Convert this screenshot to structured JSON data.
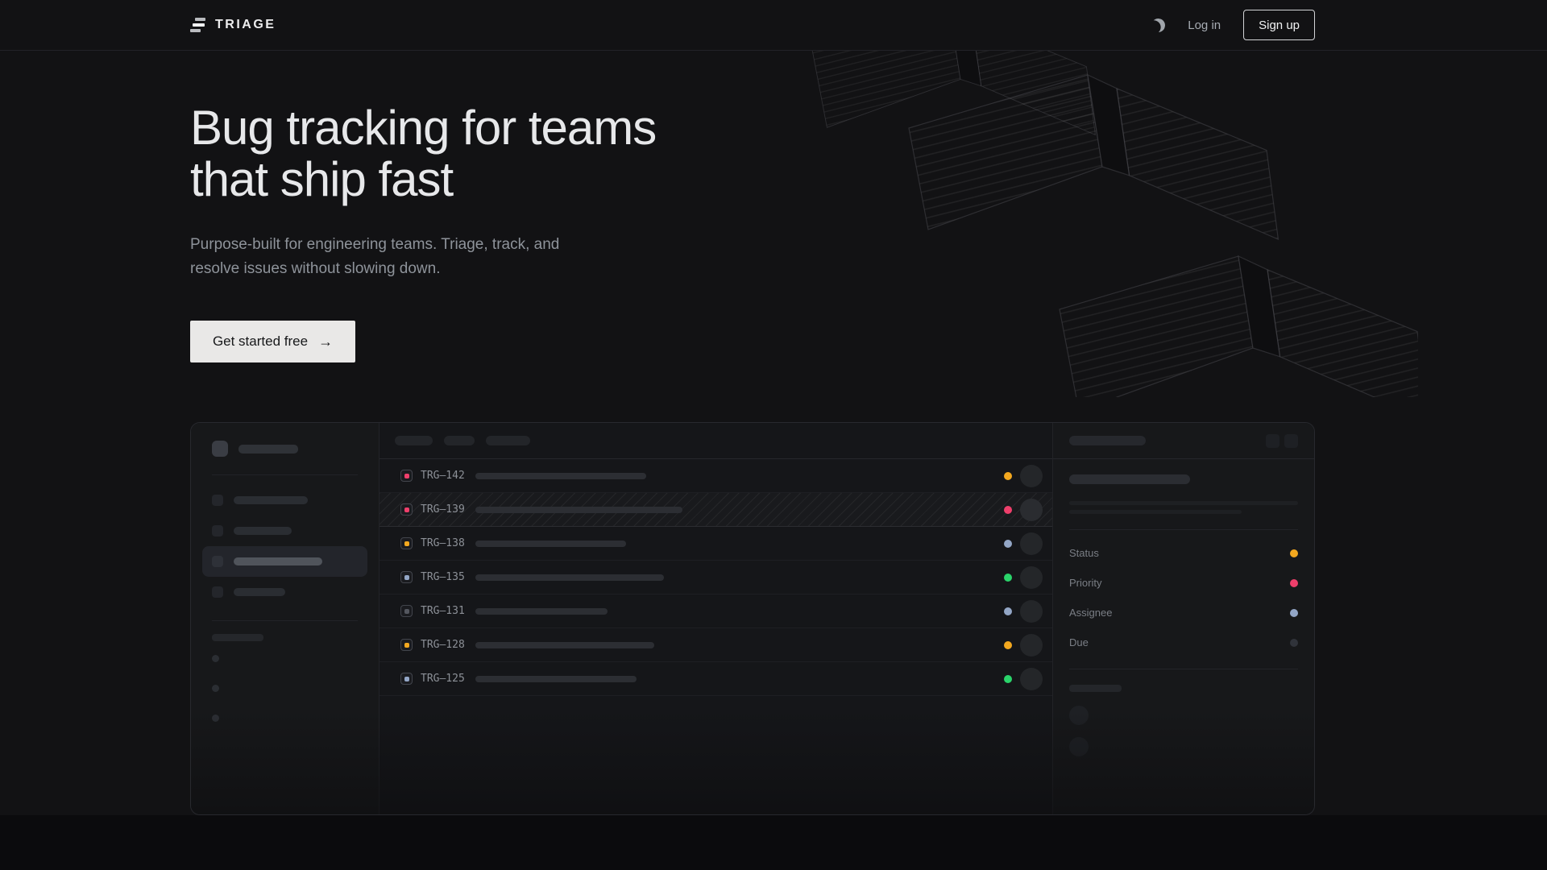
{
  "brand": {
    "logo_text": "TRIAGE",
    "logo_icon": "triage-bars-icon"
  },
  "navbar": {
    "theme_icon": "moon-icon",
    "login_label": "Log in",
    "signup_label": "Sign up"
  },
  "hero": {
    "title_line1": "Bug tracking for teams",
    "title_line2": "that ship fast",
    "subtitle_line1": "Purpose-built for engineering teams. Triage, track, and",
    "subtitle_line2": "resolve issues without slowing down.",
    "cta_label": "Get started free",
    "cta_arrow": "→"
  },
  "app_preview": {
    "issues": [
      {
        "id": "TRG–142",
        "icon_color": "#ee3f6b",
        "status_color": "#f3a81f",
        "title_width": 212,
        "selected": false
      },
      {
        "id": "TRG–139",
        "icon_color": "#ee3f6b",
        "status_color": "#ee3f6b",
        "title_width": 257,
        "selected": true
      },
      {
        "id": "TRG–138",
        "icon_color": "#f3a81f",
        "status_color": "#93a6c6",
        "title_width": 187,
        "selected": false
      },
      {
        "id": "TRG–135",
        "icon_color": "#93a6c6",
        "status_color": "#2ad46a",
        "title_width": 234,
        "selected": false
      },
      {
        "id": "TRG–131",
        "icon_color": "#54575f",
        "status_color": "#93a6c6",
        "title_width": 164,
        "selected": false
      },
      {
        "id": "TRG–128",
        "icon_color": "#f3a81f",
        "status_color": "#f3a81f",
        "title_width": 222,
        "selected": false
      },
      {
        "id": "TRG–125",
        "icon_color": "#93a6c6",
        "status_color": "#2ad46a",
        "title_width": 200,
        "selected": false
      }
    ],
    "detail_fields": [
      {
        "label": "Status",
        "color": "#f3a81f"
      },
      {
        "label": "Priority",
        "color": "#ee3f6b"
      },
      {
        "label": "Assignee",
        "color": "#93a6c6"
      },
      {
        "label": "Due",
        "color": "#30333a"
      }
    ]
  },
  "colors": {
    "background": "#121214",
    "footer": "#0b0b0d",
    "accent_pink": "#ee3f6b",
    "accent_amber": "#f3a81f",
    "accent_blue": "#93a6c6",
    "accent_green": "#2ad46a",
    "cta_background": "#e9e8e7"
  }
}
